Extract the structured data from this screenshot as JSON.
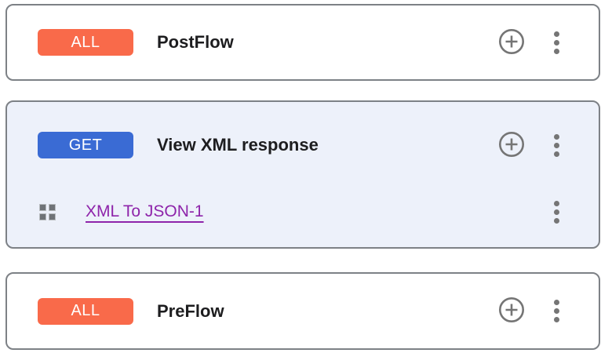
{
  "colors": {
    "orange_badge": "#F96A4A",
    "blue_badge": "#3A6BD4",
    "link_purple": "#8E24AA",
    "icon_gray": "#757575",
    "card_border": "#7D8186",
    "selected_card_bg": "#EDF1FA",
    "card_bg": "#FFFFFF",
    "title_text": "#1D1D1F",
    "badge_text": "#FFFFFF"
  },
  "icons": {
    "add": "circle-plus-icon",
    "menu": "kebab-menu-icon",
    "policy": "grid-icon"
  },
  "cards": [
    {
      "badge": "ALL",
      "badge_color": "#F96A4A",
      "title": "PostFlow"
    },
    {
      "badge": "GET",
      "badge_color": "#3A6BD4",
      "title": "View XML response",
      "policy": "XML To JSON-1"
    },
    {
      "badge": "ALL",
      "badge_color": "#F96A4A",
      "title": "PreFlow"
    }
  ]
}
